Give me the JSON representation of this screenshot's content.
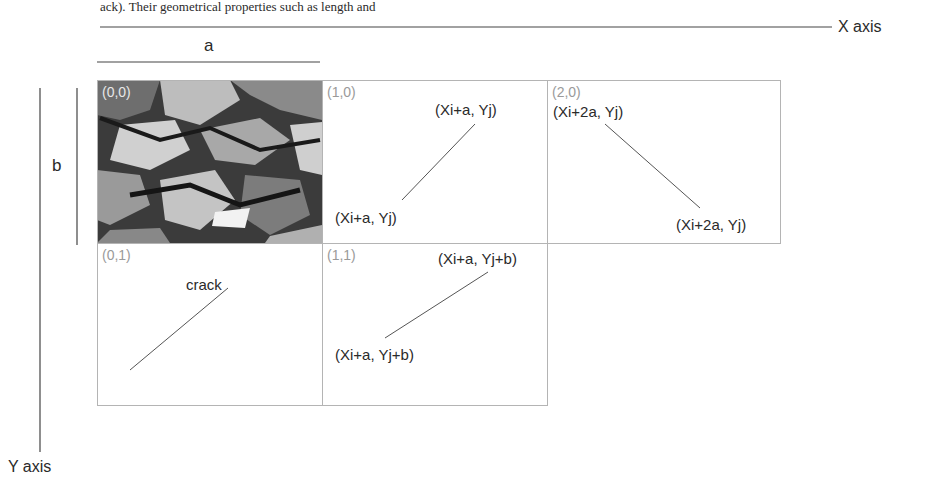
{
  "diagram": {
    "nodes": [
      {
        "text": [
          "(0,0)"
        ]
      },
      {
        "text": [
          "(1,0)",
          "(Xi+a, Yj)",
          "(Xi+a, Yj)"
        ]
      },
      {
        "text": [
          "(2,0)",
          "(Xi+2a, Yj)",
          "(Xi+2a, Yj)"
        ]
      },
      {
        "text": [
          "(0,1)",
          "crack"
        ]
      },
      {
        "text": [
          "(1,1)",
          "(Xi+a, Yj+b)",
          "(Xi+a, Yj+b)"
        ]
      }
    ],
    "labels": [
      "ack). Their geometrical properties such as length and",
      "X axis",
      "a",
      "b",
      "Y axis"
    ]
  }
}
